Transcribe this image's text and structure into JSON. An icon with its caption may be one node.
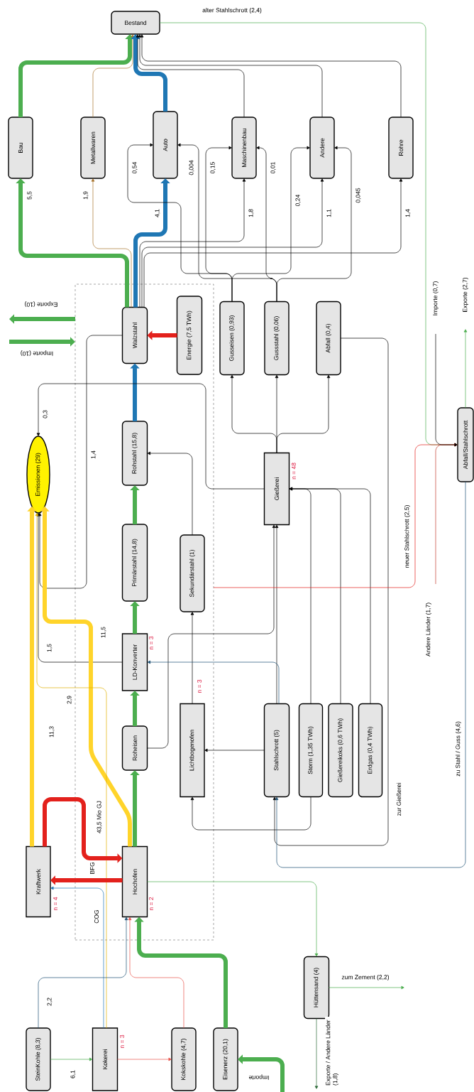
{
  "diagram": {
    "nodes": [
      {
        "text": [
          "Bestand"
        ]
      },
      {
        "text": [
          "Bau"
        ]
      },
      {
        "text": [
          "Metallwaren"
        ]
      },
      {
        "text": [
          "Auto"
        ]
      },
      {
        "text": [
          "Maschinenbau"
        ]
      },
      {
        "text": [
          "Andere"
        ]
      },
      {
        "text": [
          "Rohre"
        ]
      },
      {
        "text": [],
        "shape": "box"
      },
      {
        "text": [
          "Walzstahl"
        ],
        "in": 7
      },
      {
        "text": [
          "Energie (7,5 TWh)"
        ],
        "in": 7
      },
      {
        "text": [
          "Gusseisen (0,93)"
        ]
      },
      {
        "text": [
          "Gussstahl (0,06)"
        ]
      },
      {
        "text": [
          "Abfall (0,4)"
        ]
      },
      {
        "text": [
          "Abfall/Stahlschrott"
        ]
      },
      {
        "text": [
          "Emissionen (29)"
        ]
      },
      {
        "text": [
          "Rohstahl (15,8)"
        ],
        "in": 7
      },
      {
        "text": [
          "Gießerei"
        ],
        "beside": [
          "n = 48"
        ]
      },
      {
        "text": [
          "Primärstahl (14,8)"
        ],
        "in": 7
      },
      {
        "text": [
          "Sekundärstahl (1)"
        ],
        "in": 7
      },
      {
        "text": [
          "LD-Konverter"
        ],
        "in": 7,
        "beside": [
          "n = 3"
        ]
      },
      {
        "text": [
          "Roheisen"
        ],
        "in": 7
      },
      {
        "text": [
          "Lichtbogenofen"
        ],
        "in": 7,
        "beside": [
          "n = 3"
        ]
      },
      {
        "text": [
          "Stahlschrott (5)"
        ]
      },
      {
        "text": [
          "Storm (1,35 TWh)"
        ]
      },
      {
        "text": [
          "Gießereikoks (0,6 TWh)"
        ]
      },
      {
        "text": [
          "Erdgas (0,4 TWh)"
        ]
      },
      {
        "text": [
          "Kraftwerk"
        ],
        "beside": [
          "n = 4"
        ]
      },
      {
        "text": [
          "Hochofen"
        ],
        "in": 7,
        "beside": [
          "n = 2"
        ]
      },
      {
        "text": [
          "SteinKohle (8,3)"
        ]
      },
      {
        "text": [
          "Kokerei"
        ],
        "beside": [
          "n = 3"
        ]
      },
      {
        "text": [
          "Kokskohle (4,7)"
        ]
      },
      {
        "text": [
          "Eisenerz (20,1)"
        ]
      },
      {
        "text": [
          "Hüttensand (4)"
        ]
      }
    ],
    "edges": [
      {
        "from": 1,
        "to": 0,
        "arrow": "to",
        "style": "thick",
        "color": "#4cae4f"
      },
      {
        "from": 2,
        "to": 0,
        "arrow": "to",
        "color": "#a8742c"
      },
      {
        "from": 3,
        "to": 0,
        "arrow": "to",
        "style": "thick",
        "color": "#1f77b4"
      },
      {
        "from": 4,
        "to": 0,
        "arrow": "to"
      },
      {
        "from": 5,
        "to": 0,
        "arrow": "to"
      },
      {
        "from": 6,
        "to": 0,
        "arrow": "to"
      },
      {
        "from": 0,
        "to": 13,
        "arrow": "to",
        "label": "alter Stahlschrott (2,4)",
        "color": "#4cae4f"
      },
      {
        "from": 8,
        "to": 1,
        "arrow": "to",
        "label": "5,5",
        "style": "thick",
        "color": "#4cae4f"
      },
      {
        "from": 8,
        "to": 2,
        "arrow": "to",
        "label": "1,9",
        "color": "#a8742c"
      },
      {
        "from": 8,
        "to": 3,
        "arrow": "to",
        "label": "4,1",
        "style": "thick",
        "color": "#1f77b4"
      },
      {
        "from": 8,
        "to": 4,
        "arrow": "to",
        "label": "1,8"
      },
      {
        "from": 8,
        "to": 5,
        "arrow": "to",
        "label": "1,1"
      },
      {
        "from": 8,
        "to": 6,
        "arrow": "to",
        "label": "1,4"
      },
      {
        "from": 10,
        "to": 3,
        "arrow": "to",
        "label": "0,54"
      },
      {
        "from": 11,
        "to": 3,
        "arrow": "to",
        "label": "0,004"
      },
      {
        "from": 10,
        "to": 4,
        "arrow": "to",
        "label": "0,15"
      },
      {
        "from": 11,
        "to": 4,
        "arrow": "to",
        "label": "0,01"
      },
      {
        "from": 10,
        "to": 5,
        "arrow": "to",
        "label": "0,24"
      },
      {
        "from": 11,
        "to": 5,
        "arrow": "to",
        "label": "0,045"
      },
      {
        "from": null,
        "to": 7,
        "arrow": "to",
        "label": "Importe (10)",
        "style": "thick",
        "color": "#4cae4f"
      },
      {
        "from": 7,
        "to": null,
        "arrow": "to",
        "label": "Exporte (10)",
        "style": "thick",
        "color": "#4cae4f"
      },
      {
        "from": 9,
        "to": 8,
        "arrow": "to",
        "style": "thick",
        "color": "#e3211c"
      },
      {
        "from": 15,
        "to": 8,
        "arrow": "to",
        "style": "thick",
        "color": "#1f77b4"
      },
      {
        "from": 17,
        "to": 15,
        "arrow": "to",
        "style": "thick",
        "color": "#4cae4f"
      },
      {
        "from": 19,
        "to": 17,
        "arrow": "to",
        "style": "thick",
        "color": "#4cae4f"
      },
      {
        "from": 20,
        "to": 19,
        "arrow": "to",
        "style": "thick",
        "color": "#4cae4f"
      },
      {
        "from": 27,
        "to": 20,
        "arrow": "to",
        "style": "thick",
        "color": "#4cae4f"
      },
      {
        "from": 18,
        "to": 15,
        "arrow": "to"
      },
      {
        "from": 21,
        "to": 18,
        "arrow": "to"
      },
      {
        "from": 16,
        "to": 10,
        "arrow": "to"
      },
      {
        "from": 16,
        "to": 11,
        "arrow": "to"
      },
      {
        "from": 16,
        "to": 12,
        "arrow": "to"
      },
      {
        "from": 16,
        "to": 14,
        "arrow": "to",
        "label": "0,3"
      },
      {
        "from": 8,
        "to": 14,
        "arrow": "to",
        "label": "1,4"
      },
      {
        "from": 19,
        "to": 14,
        "arrow": "to",
        "label": "1,5"
      },
      {
        "from": 27,
        "to": 14,
        "arrow": "to",
        "label": "11,5",
        "style": "thick",
        "color": "#ffd42a"
      },
      {
        "from": 26,
        "to": 14,
        "arrow": "to",
        "label": "11,3",
        "style": "thick",
        "color": "#ffd42a"
      },
      {
        "from": 29,
        "to": 14,
        "arrow": "to",
        "label": "2,9",
        "color": "#e0b000"
      },
      {
        "from": 26,
        "to": 27,
        "arrow": "to",
        "label": "43,5 Mio GJ",
        "style": "thick",
        "color": "#e3211c"
      },
      {
        "from": 27,
        "to": 26,
        "arrow": "to",
        "label": "BFG",
        "style": "thick",
        "color": "#e3211c"
      },
      {
        "from": 29,
        "to": 26,
        "arrow": "to",
        "label": "COG",
        "color": "#1f77b4"
      },
      {
        "from": 22,
        "to": 21,
        "arrow": "to"
      },
      {
        "from": 23,
        "to": 21,
        "arrow": "to"
      },
      {
        "from": 22,
        "to": 16,
        "arrow": "to"
      },
      {
        "from": 23,
        "to": 16,
        "arrow": "to"
      },
      {
        "from": 24,
        "to": 16,
        "arrow": "to"
      },
      {
        "from": 25,
        "to": 16,
        "arrow": "to"
      },
      {
        "from": 20,
        "to": 16,
        "arrow": "to"
      },
      {
        "from": 22,
        "to": 19,
        "arrow": "to",
        "color": "#1b4f72"
      },
      {
        "from": 12,
        "to": 22,
        "arrow": "to",
        "label": "zur Gießerei"
      },
      {
        "from": 13,
        "to": 22,
        "arrow": "to",
        "label": "zu Stahl / Guss (4,6)",
        "color": "#1b4f72"
      },
      {
        "from": 7,
        "to": 13,
        "arrow": "to",
        "label": "neuer Stahlschrott (2,5)",
        "color": "#e3211c"
      },
      {
        "from": null,
        "to": 13,
        "arrow": "to",
        "label": "Andere Länder (1,7)",
        "color": "#c0392b"
      },
      {
        "from": null,
        "to": 13,
        "arrow": "to",
        "label": "Importe (0,7)"
      },
      {
        "from": 13,
        "to": null,
        "arrow": "to",
        "label": "Exporte (2,7)",
        "color": "#4cae4f"
      },
      {
        "from": 27,
        "to": 32,
        "arrow": "to",
        "color": "#4cae4f"
      },
      {
        "from": 32,
        "to": null,
        "arrow": "to",
        "label": "zum Zement (2,2)",
        "color": "#4cae4f"
      },
      {
        "from": 32,
        "to": null,
        "arrow": "to",
        "label": "Exporte / Andere Länder (1,8)",
        "color": "#2e6b3a"
      },
      {
        "from": 28,
        "to": 29,
        "arrow": "to",
        "label": "6,1",
        "color": "#4cae4f"
      },
      {
        "from": 28,
        "to": 27,
        "arrow": "to",
        "label": "2,2",
        "color": "#1b4f72"
      },
      {
        "from": 29,
        "to": 30,
        "arrow": "to",
        "color": "#e8534a"
      },
      {
        "from": 30,
        "to": 27,
        "arrow": "to",
        "color": "#e8534a"
      },
      {
        "from": 31,
        "to": 27,
        "arrow": "to",
        "style": "thick",
        "color": "#4cae4f"
      },
      {
        "from": null,
        "to": 31,
        "arrow": "to",
        "label": "Importe",
        "style": "thick",
        "color": "#4cae4f"
      }
    ]
  }
}
